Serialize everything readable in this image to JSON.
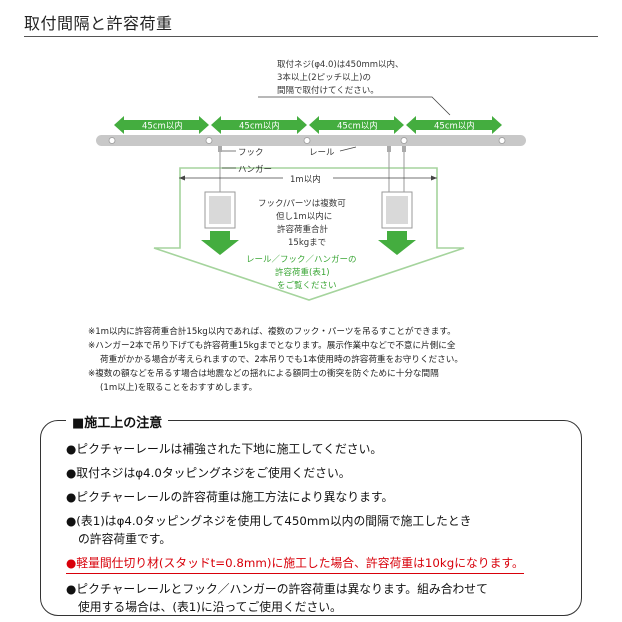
{
  "title": "取付間隔と許容荷重",
  "diagram": {
    "screw_note": [
      "取付ネジ(φ4.0)は450mm以内、",
      "3本以上(2ピッチ以上)の",
      "間隔で取付けてください。"
    ],
    "segments": [
      "45cm以内",
      "45cm以内",
      "45cm以内",
      "45cm以内"
    ],
    "hook_label": "フック",
    "rail_label": "レール",
    "hanger_label": "ハンガー",
    "span_label": "1m以内",
    "load_note": [
      "フック/パーツは複数可",
      "但し1m以内に",
      "許容荷重合計",
      "15kgまで"
    ],
    "green_note": [
      "レール／フック／ハンガーの",
      "許容荷重(表1)",
      "をご覧ください"
    ]
  },
  "notes": [
    "※1m以内に許容荷重合計15kg以内であれば、複数のフック・パーツを吊るすことができます。",
    "※ハンガー2本で吊り下げても許容荷重15kgまでとなります。展示作業中などで不意に片側に全",
    "荷重がかかる場合が考えられますので、2本吊りでも1本使用時の許容荷重をお守りください。",
    "※複数の額などを吊るす場合は地震などの揺れによる額同士の衝突を防ぐために十分な間隔",
    "(1m以上)を取ることをおすすめします。"
  ],
  "caution": {
    "title": "■施工上の注意",
    "items": [
      "●ピクチャーレールは補強された下地に施工してください。",
      "●取付ネジはφ4.0タッピングネジをご使用ください。",
      "●ピクチャーレールの許容荷重は施工方法により異なります。",
      "●(表1)はφ4.0タッピングネジを使用して450mm以内の間隔で施工したとき",
      "の許容荷重です。",
      "●軽量間仕切り材(スタッドt=0.8mm)に施工した場合、許容荷重は10kgになります。",
      "●ピクチャーレールとフック／ハンガーの許容荷重は異なります。組み合わせて",
      "使用する場合は、(表1)に沿ってご使用ください。"
    ]
  },
  "colors": {
    "green": "#44ad3f",
    "green_light": "#a5d49d",
    "rail": "#c8c8c8",
    "red": "#d8000a"
  }
}
